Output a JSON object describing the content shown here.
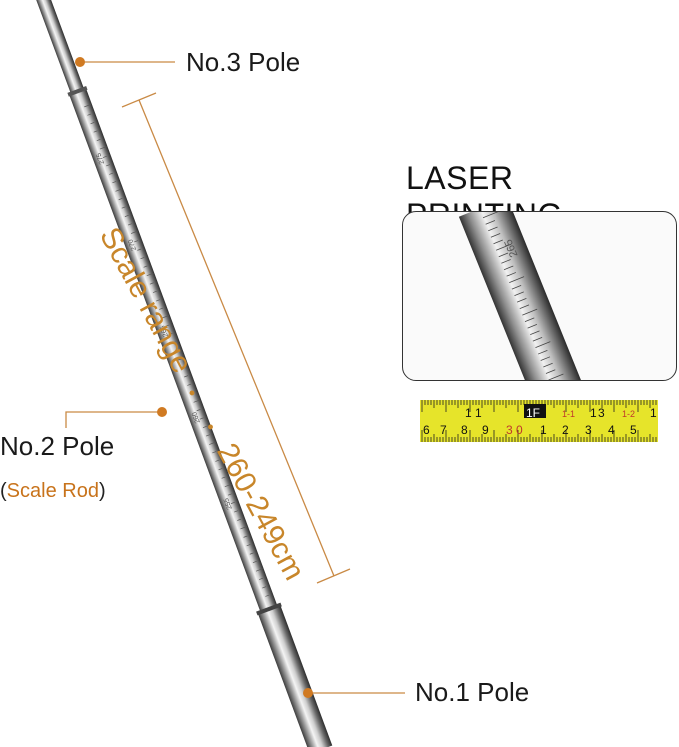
{
  "labels": {
    "pole3": "No.3 Pole",
    "pole2": "No.2 Pole",
    "pole2_sub_open": "(",
    "pole2_sub": "Scale Rod",
    "pole2_sub_close": ")",
    "pole1": "No.1 Pole"
  },
  "laser_title": "LASER PRINTING",
  "scale_range": {
    "label": "Scale range",
    "sep": "•",
    "sep2": "•",
    "value": "260-249cm"
  },
  "pole_marks": [
    "275",
    "270",
    "265",
    "260",
    "255"
  ],
  "inset_mark": "265",
  "tape_top": [
    "1",
    "1",
    "1F",
    "1-1",
    "1",
    "3",
    "1-2",
    "1"
  ],
  "tape_bottom": [
    "6",
    "7",
    "8",
    "9",
    "3",
    "0",
    "1",
    "2",
    "3",
    "4",
    "5"
  ],
  "colors": {
    "accent": "#c8731b",
    "leader": "#c98a45",
    "tape": "#e6e42a",
    "text": "#1a1a1a"
  }
}
